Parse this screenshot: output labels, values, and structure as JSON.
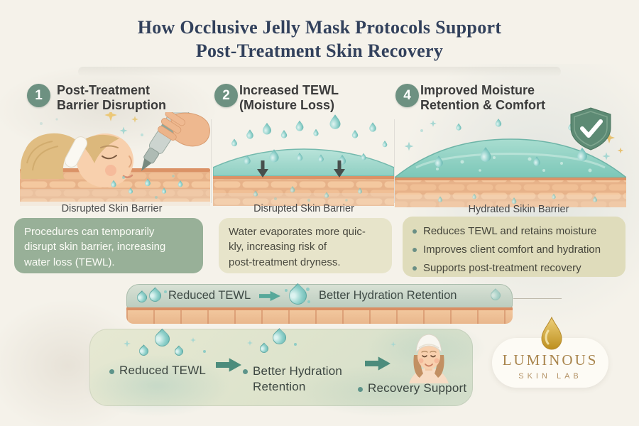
{
  "title": "How Occlusive Jelly Mask Protocols Support\nPost-Treatment Skin Recovery",
  "panels": [
    {
      "number": "1",
      "title": "Post-Treatment\nBarrier Disruption",
      "caption": "Disrupted Skin Barrier",
      "box": "Procedures can temporarily\ndisrupt skin barrier, increasing\nwater loss (TEWL)."
    },
    {
      "number": "2",
      "title": "Increased TEWL\n(Moisture Loss)",
      "caption": "Disrupted Skin Barrier",
      "box": "Water evaporates more quic-\nkly, increasing risk of\npost-treatment dryness."
    },
    {
      "number": "4",
      "title": "Improved Moisture\nRetention & Comfort",
      "caption": "Hydrated Sikin Barrier",
      "bullets": [
        "Reduces TEWL and retains moisture",
        "Improves client comfort and hydration",
        "Supports post-treatment recovery"
      ]
    }
  ],
  "middle_band": {
    "step1": "Reduced TEWL",
    "step2": "Better Hydration Retention"
  },
  "bottom_band": {
    "step1": "Reduced TEWL",
    "step2": "Better Hydration\nRetention",
    "step3": "Recovery Support"
  },
  "logo": {
    "name": "LUMINOUS",
    "subtitle": "SKIN LAB"
  },
  "colors": {
    "title_navy": "#32415c",
    "accent_green": "#6d9181",
    "drop_teal": "#7fc8c3",
    "gel_teal": "#8fcfc2",
    "skin_tan": "#eebc92",
    "box_sage": "#98b098",
    "box_khaki": "#dfdcbb",
    "shield_green": "#5d8a74",
    "gold": "#b08f4a"
  }
}
